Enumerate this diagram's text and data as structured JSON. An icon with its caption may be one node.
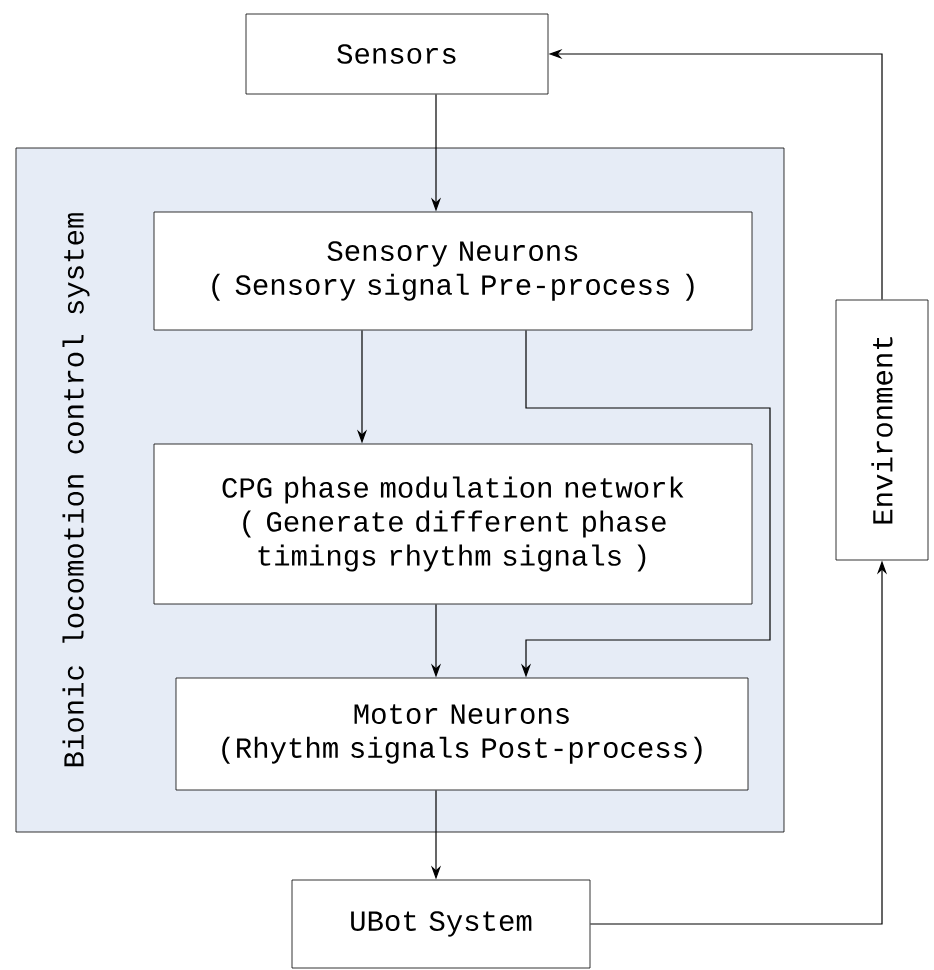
{
  "diagram": {
    "nodes": [
      {
        "text": [
          "Sensors"
        ]
      },
      {
        "text": [
          "Bionic locomotion control system"
        ]
      },
      {
        "text": [
          "Sensory Neurons",
          "( Sensory signal Pre-process )"
        ],
        "in": 1
      },
      {
        "text": [
          "CPG phase modulation network",
          "( Generate different phase timings rhythm signals )"
        ],
        "in": 1
      },
      {
        "text": [
          "Motor Neurons",
          "(Rhythm signals Post-process)"
        ],
        "in": 1
      },
      {
        "text": [
          "UBot System"
        ]
      },
      {
        "text": [
          "Environment"
        ]
      }
    ],
    "edges": [
      {
        "from": 0,
        "to": 2,
        "arrow": "to"
      },
      {
        "from": 2,
        "to": 3,
        "arrow": "to"
      },
      {
        "from": 3,
        "to": 4,
        "arrow": "to"
      },
      {
        "from": 2,
        "to": 4,
        "arrow": "to"
      },
      {
        "from": 4,
        "to": 5,
        "arrow": "to"
      },
      {
        "from": 5,
        "to": 6,
        "arrow": "to"
      },
      {
        "from": 6,
        "to": 0,
        "arrow": "to"
      }
    ]
  }
}
